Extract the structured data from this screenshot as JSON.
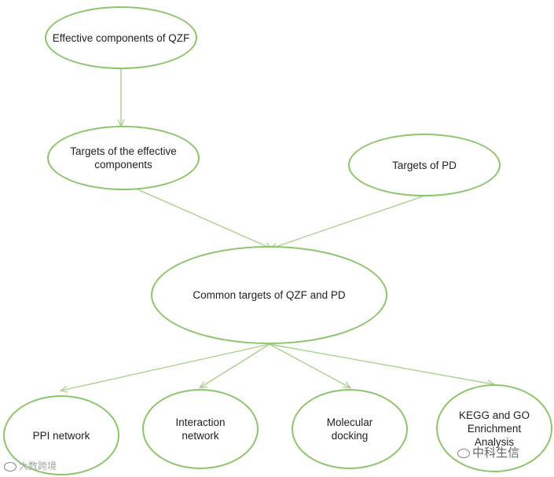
{
  "nodes": {
    "effective": "Effective components of QZF",
    "targets_effective": "Targets of the effective components",
    "targets_pd": "Targets of PD",
    "common": "Common targets of QZF and PD",
    "ppi": "PPI network",
    "interaction": "Interaction network",
    "molecular": "Molecular docking",
    "kegg": "KEGG and GO Enrichment Analysis"
  },
  "watermarks": {
    "left": "大数跨境",
    "right": "中科生信"
  },
  "colors": {
    "node_border": "#8cc56a",
    "edge": "#a9d18e"
  }
}
